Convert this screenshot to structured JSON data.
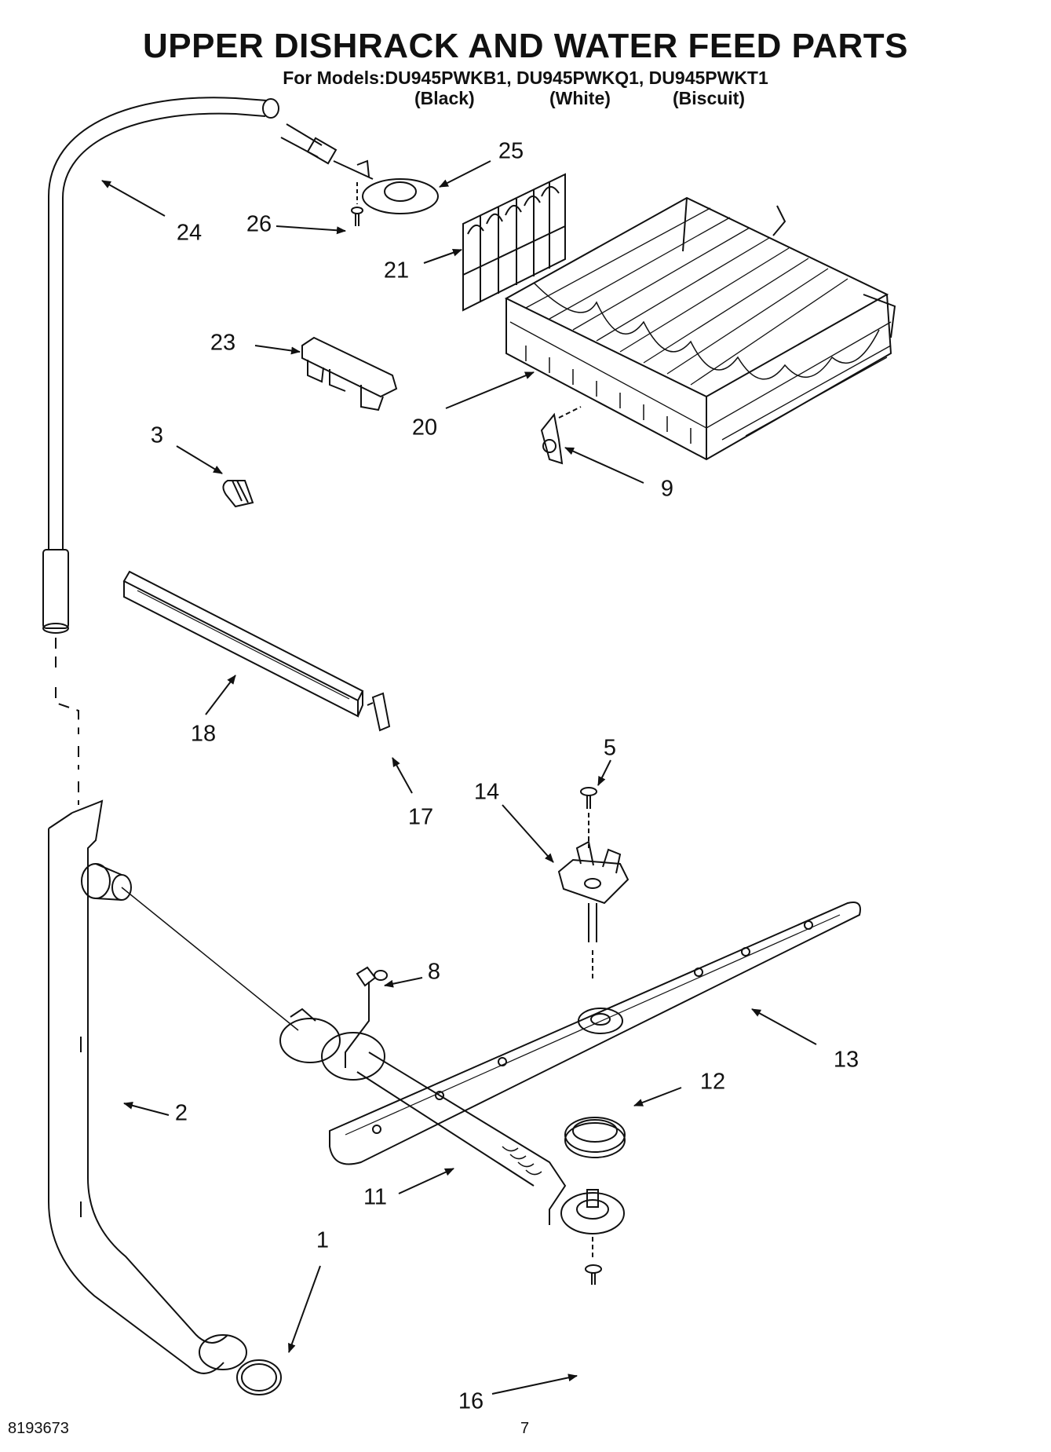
{
  "header": {
    "title": "UPPER DISHRACK AND WATER FEED PARTS",
    "models_line": "For Models:DU945PWKB1, DU945PWKQ1, DU945PWKT1",
    "finishes": [
      "(Black)",
      "(White)",
      "(Biscuit)"
    ]
  },
  "callouts": [
    "25",
    "24",
    "26",
    "21",
    "23",
    "20",
    "3",
    "9",
    "18",
    "17",
    "5",
    "14",
    "8",
    "13",
    "12",
    "2",
    "11",
    "1",
    "16"
  ],
  "footer": {
    "doc_number": "8193673",
    "page_number": "7"
  }
}
